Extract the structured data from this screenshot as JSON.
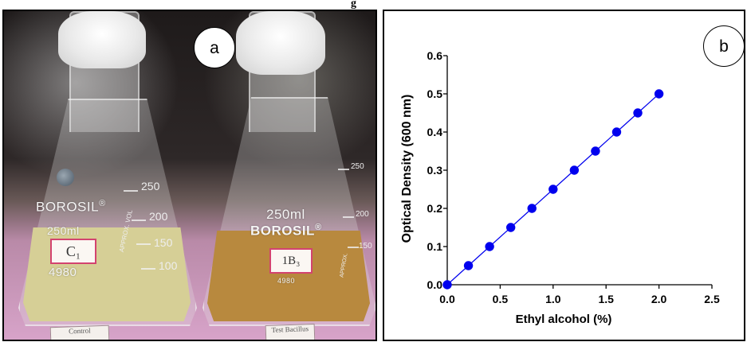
{
  "caption_fragment": "g",
  "panel_a": {
    "label": "a",
    "colors": {
      "control_liquid": "#d6cf96",
      "test_liquid": "#b8893e",
      "label_border": "#d3436f"
    },
    "control_flask": {
      "brand": "BOROSIL",
      "registered": "®",
      "volume": "250ml",
      "code": "4980",
      "graduations": [
        "250",
        "200",
        "150",
        "100"
      ],
      "approx_vol": "APPROX. VOL",
      "handwritten_label": "C₁",
      "slip_text": "Control"
    },
    "test_flask": {
      "brand": "BOROSIL",
      "registered": "®",
      "volume": "250ml",
      "code": "4980",
      "graduations": [
        "250",
        "200",
        "150"
      ],
      "approx_vol": "APPROX.",
      "handwritten_label": "1B₃",
      "slip_text": "Test Bacillus"
    }
  },
  "panel_b": {
    "label": "b",
    "colors": {
      "series": "#0000ee",
      "axis": "#000000"
    }
  },
  "chart_data": {
    "type": "line",
    "title": "",
    "xlabel": "Ethyl alcohol (%)",
    "ylabel": "Optical Density (600 nm)",
    "xlim": [
      0.0,
      2.5
    ],
    "ylim": [
      0.0,
      0.6
    ],
    "xticks": [
      "0.0",
      "0.5",
      "1.0",
      "1.5",
      "2.0",
      "2.5"
    ],
    "yticks": [
      "0.0",
      "0.1",
      "0.2",
      "0.3",
      "0.4",
      "0.5",
      "0.6"
    ],
    "grid": false,
    "legend": "none",
    "series": [
      {
        "x": [
          0.0,
          0.2,
          0.4,
          0.6,
          0.8,
          1.0,
          1.2,
          1.4,
          1.6,
          1.8,
          2.0
        ],
        "y": [
          0.0,
          0.05,
          0.1,
          0.15,
          0.2,
          0.25,
          0.3,
          0.35,
          0.4,
          0.45,
          0.5
        ],
        "marker": "circle"
      }
    ]
  }
}
